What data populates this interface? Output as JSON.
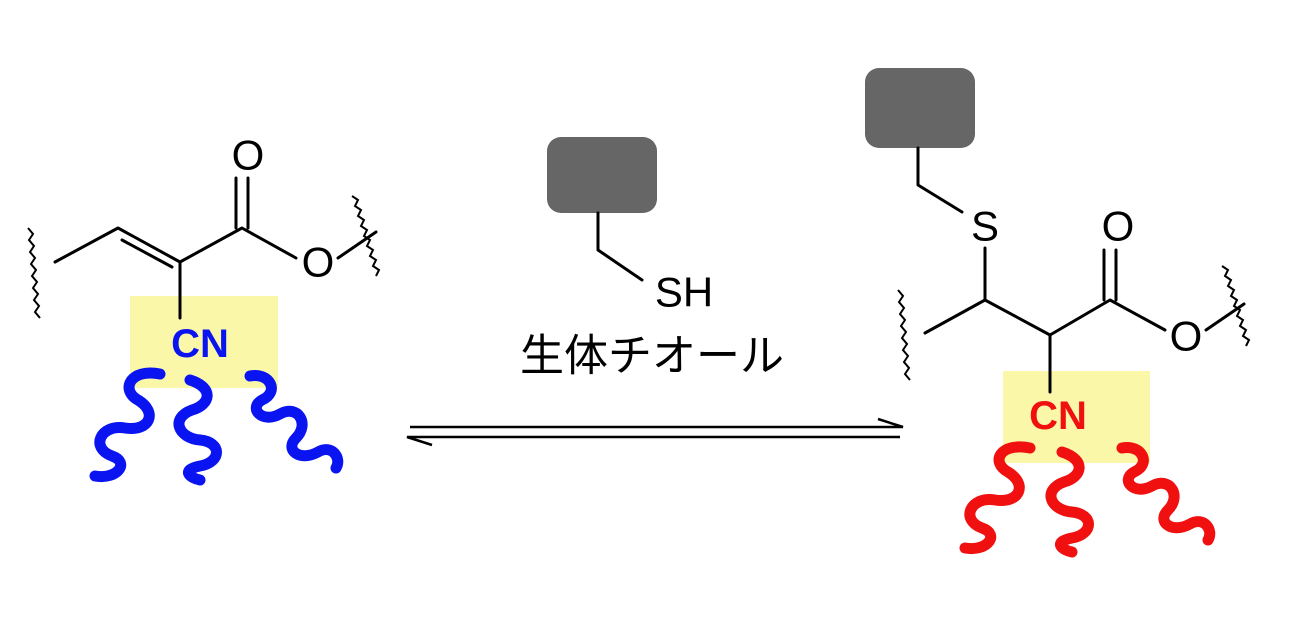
{
  "reactant": {
    "carbonyl_o": "O",
    "ester_o": "O",
    "nitrile": "CN",
    "nitrile_color": "#0a14f0"
  },
  "reagent": {
    "thiol": "SH",
    "label": "生体チオール",
    "block_color": "#666666"
  },
  "product": {
    "sulfur": "S",
    "carbonyl_o": "O",
    "ester_o": "O",
    "nitrile": "CN",
    "nitrile_color": "#f01010",
    "block_color": "#666666"
  },
  "highlight_color": "#fbf7a8"
}
